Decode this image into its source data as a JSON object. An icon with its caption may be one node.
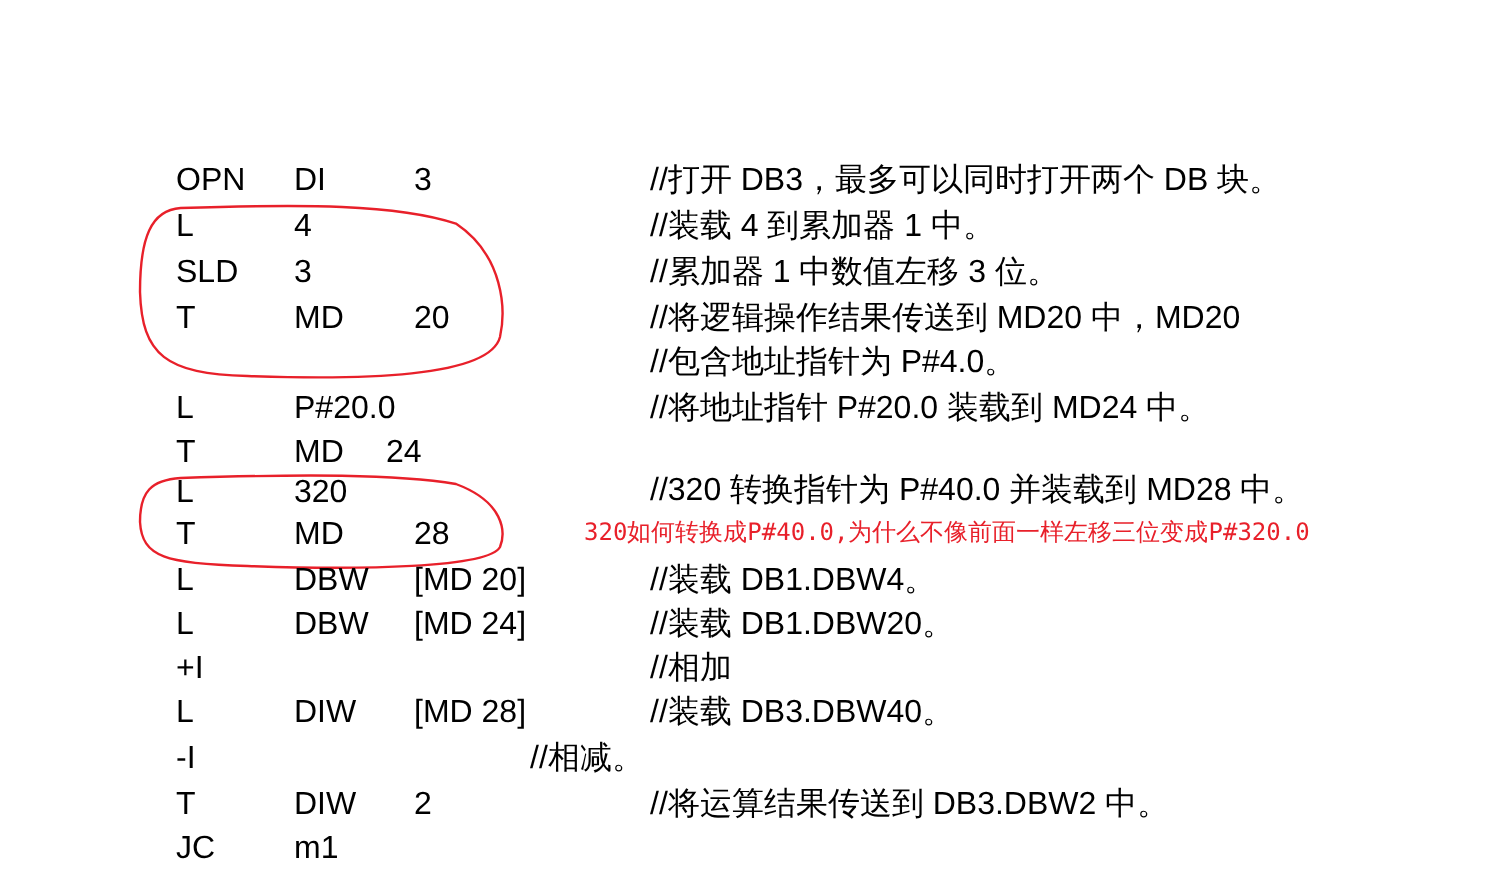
{
  "diagram": {
    "nodes": [
      {
        "text": [
          "L",
          "4",
          "SLD",
          "3",
          "T",
          "MD",
          "20"
        ]
      },
      {
        "text": [
          "L",
          "320",
          "T",
          "MD",
          "28"
        ]
      }
    ],
    "labels": [
      "OPN",
      "DI",
      "3",
      "//打开 DB3，最多可以同时打开两个 DB 块。",
      "//装载 4 到累加器 1 中。",
      "//累加器 1 中数值左移 3 位。",
      "//将逻辑操作结果传送到 MD20 中，MD20",
      "//包含地址指针为 P#4.0。",
      "L",
      "P#20.0",
      "//将地址指针 P#20.0 装载到 MD24 中。",
      "T",
      "MD",
      "24",
      "//320 转换指针为 P#40.0 并装载到 MD28 中。",
      "320如何转换成P#40.0,为什么不像前面一样左移三位变成P#320.0",
      "L",
      "DBW",
      "[MD 20]",
      "//装载 DB1.DBW4。",
      "L",
      "DBW",
      "[MD 24]",
      "//装载 DB1.DBW20。",
      "+I",
      "//相加",
      "L",
      "DIW",
      "[MD 28]",
      "//装载 DB3.DBW40。",
      "-I",
      "//相减。",
      "T",
      "DIW",
      "2",
      "//将运算结果传送到 DB3.DBW2 中。",
      "JC",
      "m1"
    ]
  }
}
